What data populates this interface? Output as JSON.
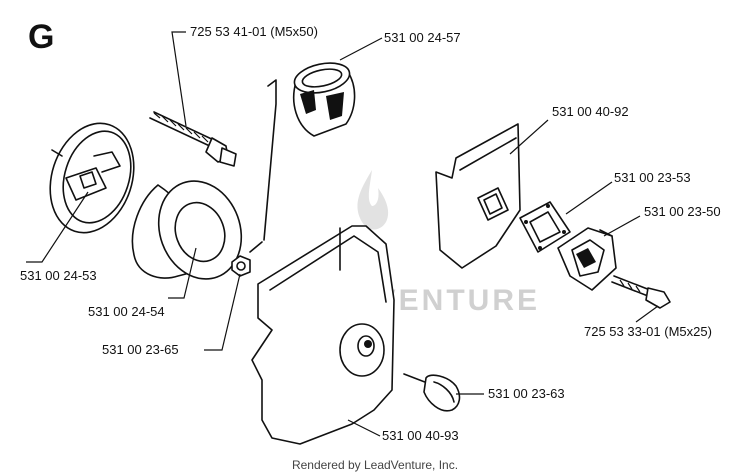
{
  "section": {
    "letter": "G"
  },
  "watermark": {
    "text": "LEADVENTURE"
  },
  "callouts": [
    {
      "id": "bolt-top",
      "label": "725 53 41-01 (M5x50)"
    },
    {
      "id": "sleeve",
      "label": "531 00 24-57"
    },
    {
      "id": "plate",
      "label": "531 00 40-92"
    },
    {
      "id": "gasket",
      "label": "531 00 23-53"
    },
    {
      "id": "flange",
      "label": "531 00 23-50"
    },
    {
      "id": "bolt-right",
      "label": "725 53 33-01 (M5x25)"
    },
    {
      "id": "filter-holder",
      "label": "531 00 24-53"
    },
    {
      "id": "filter",
      "label": "531 00 24-54"
    },
    {
      "id": "nut",
      "label": "531 00 23-65"
    },
    {
      "id": "knob",
      "label": "531 00 23-63"
    },
    {
      "id": "cover",
      "label": "531 00 40-93"
    }
  ],
  "footer": {
    "text": "Rendered by LeadVenture, Inc."
  }
}
